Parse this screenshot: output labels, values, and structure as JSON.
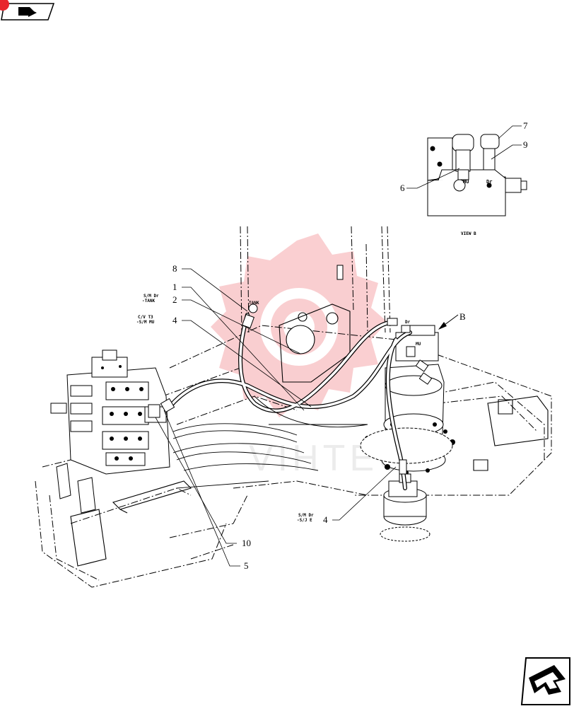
{
  "nav": {
    "prev_icon": "return-arrow-icon",
    "next_icon": "next-page-arrow-icon",
    "badge_color": "#e8262d"
  },
  "watermark": {
    "text": "VIHTEC",
    "logo_color": "#e8262d"
  },
  "view_label": "VIEW B",
  "view_callout": "B",
  "callouts": {
    "c1": "1",
    "c2": "2",
    "c4a": "4",
    "c4b": "4",
    "c5": "5",
    "c6": "6",
    "c7": "7",
    "c8": "8",
    "c9": "9",
    "c10": "10"
  },
  "port_labels": {
    "tank": "TANK",
    "dr": "Dr",
    "mu": "MU",
    "inset_mu": "MU",
    "inset_dr": "Dr"
  },
  "notes": {
    "smdr_tank_1": "S/M Dr",
    "smdr_tank_2": "-TANK",
    "cvt3_1": "C/V T3",
    "cvt3_2": "-S/M MU",
    "smdr_sje_1": "S/M Dr",
    "smdr_sje_2": "-S/J E"
  }
}
